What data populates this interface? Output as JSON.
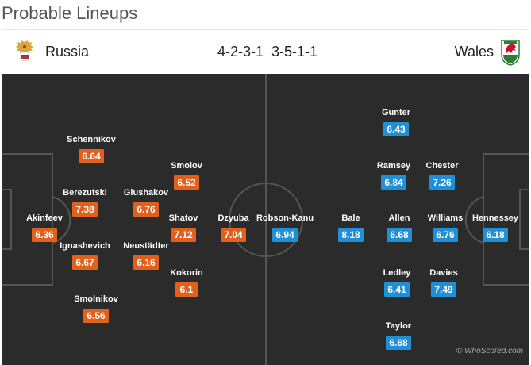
{
  "page": {
    "title": "Probable Lineups"
  },
  "match": {
    "home": {
      "name": "Russia",
      "formation": "4-2-3-1",
      "crest_icon": "russia-crest-icon",
      "rating_color": "#e0601c"
    },
    "away": {
      "name": "Wales",
      "formation": "3-5-1-1",
      "crest_icon": "wales-crest-icon",
      "rating_color": "#1f8fd8"
    }
  },
  "players": {
    "home": [
      {
        "name": "Akinfeev",
        "rating": "6.36"
      },
      {
        "name": "Schennikov",
        "rating": "6.64"
      },
      {
        "name": "Berezutski",
        "rating": "7.38"
      },
      {
        "name": "Ignashevich",
        "rating": "6.67"
      },
      {
        "name": "Smolnikov",
        "rating": "6.56"
      },
      {
        "name": "Glushakov",
        "rating": "6.76"
      },
      {
        "name": "Neustädter",
        "rating": "6.16"
      },
      {
        "name": "Smolov",
        "rating": "6.52"
      },
      {
        "name": "Shatov",
        "rating": "7.12"
      },
      {
        "name": "Kokorin",
        "rating": "6.1"
      },
      {
        "name": "Dzyuba",
        "rating": "7.04"
      }
    ],
    "away": [
      {
        "name": "Robson-Kanu",
        "rating": "6.94"
      },
      {
        "name": "Bale",
        "rating": "8.18"
      },
      {
        "name": "Gunter",
        "rating": "6.43"
      },
      {
        "name": "Ramsey",
        "rating": "6.84"
      },
      {
        "name": "Allen",
        "rating": "6.68"
      },
      {
        "name": "Ledley",
        "rating": "6.41"
      },
      {
        "name": "Taylor",
        "rating": "6.68"
      },
      {
        "name": "Chester",
        "rating": "7.26"
      },
      {
        "name": "Williams",
        "rating": "6.76"
      },
      {
        "name": "Davies",
        "rating": "7.49"
      },
      {
        "name": "Hennessey",
        "rating": "6.18"
      }
    ]
  },
  "watermark": "© WhoScored.com"
}
